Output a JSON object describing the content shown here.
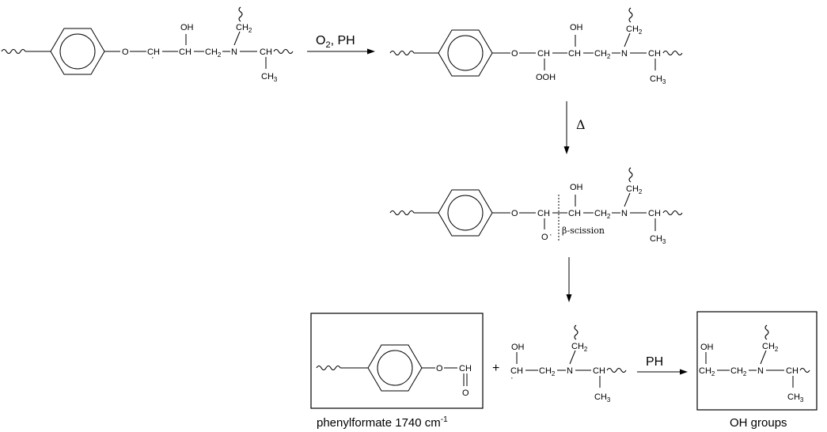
{
  "atoms": {
    "o": "O",
    "ch": "CH",
    "ch2_main": "CH",
    "sub2": "2",
    "n": "N",
    "oh": "OH",
    "ooh": "OOH",
    "ch3_main": "CH",
    "sub3": "3",
    "c": "C",
    "radical_o": "O",
    "carbonyl_o": "O",
    "radical_dot": "·",
    "plus": "+"
  },
  "arrows": {
    "step1": "O2, PH",
    "step1_main": "O",
    "step1_sub": "2",
    "step1_rest": ", PH",
    "step2": "Δ",
    "step4": "PH"
  },
  "annotations": {
    "beta_scission": "β-scission"
  },
  "captions": {
    "phenylformate_main": "phenylformate 1740 cm",
    "phenylformate_sup": "-1",
    "oh_groups": "OH groups"
  }
}
